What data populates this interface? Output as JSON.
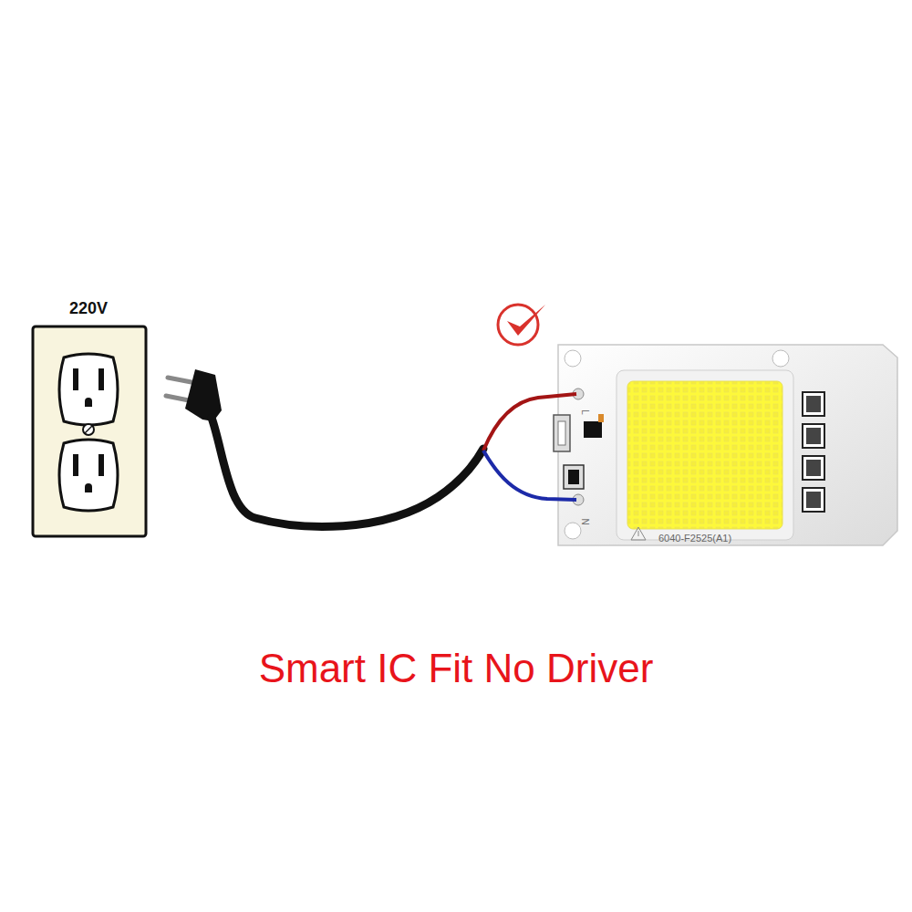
{
  "diagram": {
    "caption": "Smart IC Fit No Driver",
    "labels": [
      "220V",
      "L",
      "N",
      "6040-F2525(A1)"
    ]
  }
}
